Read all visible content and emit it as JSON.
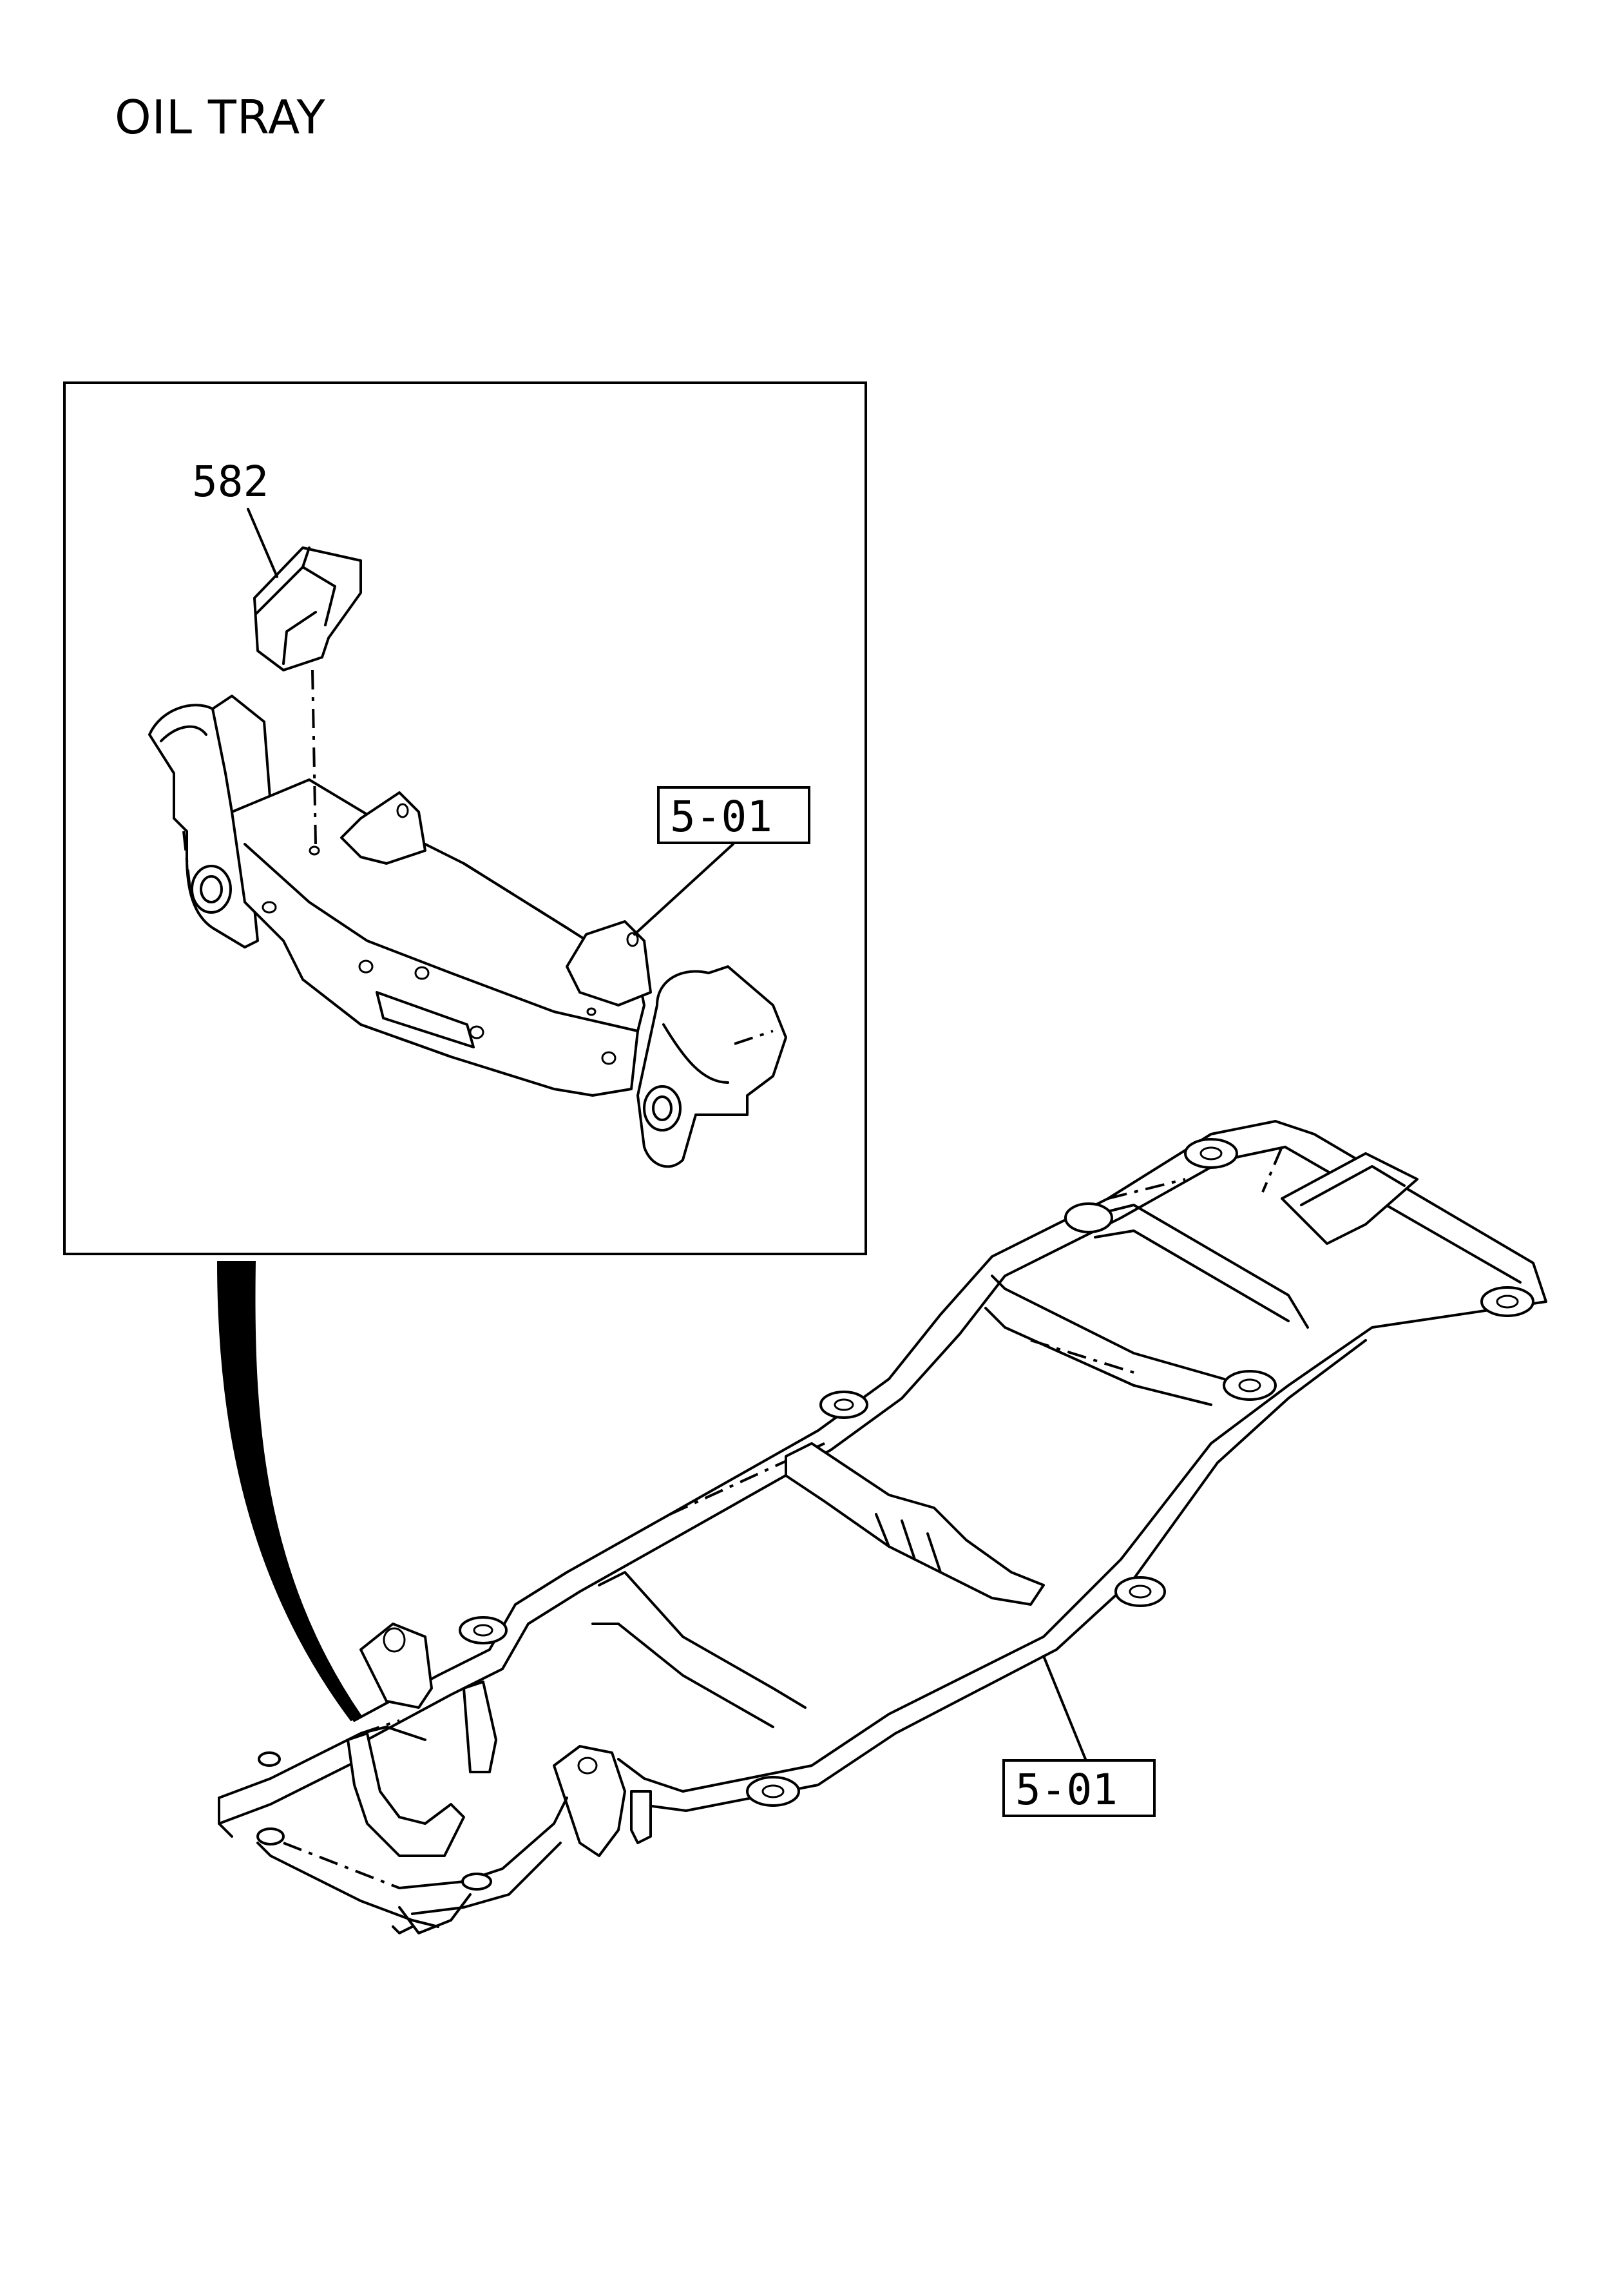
{
  "title": "OIL TRAY",
  "callouts": {
    "part_582": "582",
    "inset_ref": "5-01",
    "frame_ref": "5-01"
  }
}
